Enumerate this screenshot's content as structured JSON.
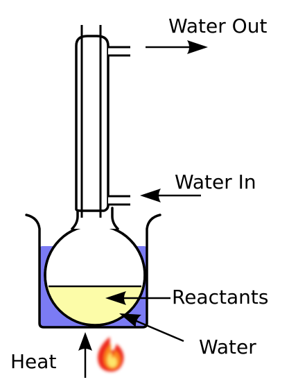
{
  "labels": {
    "water_out": "Water Out",
    "water_in": "Water In",
    "reactants": "Reactants",
    "water": "Water",
    "heat": "Heat"
  },
  "colors": {
    "water_bath": "#7b7bf4",
    "reactants": "#fcfca8",
    "flame_outer": "#ee2a1d",
    "flame_mid": "#fb8a1f",
    "flame_core": "#fde66a",
    "outline": "#000000"
  }
}
